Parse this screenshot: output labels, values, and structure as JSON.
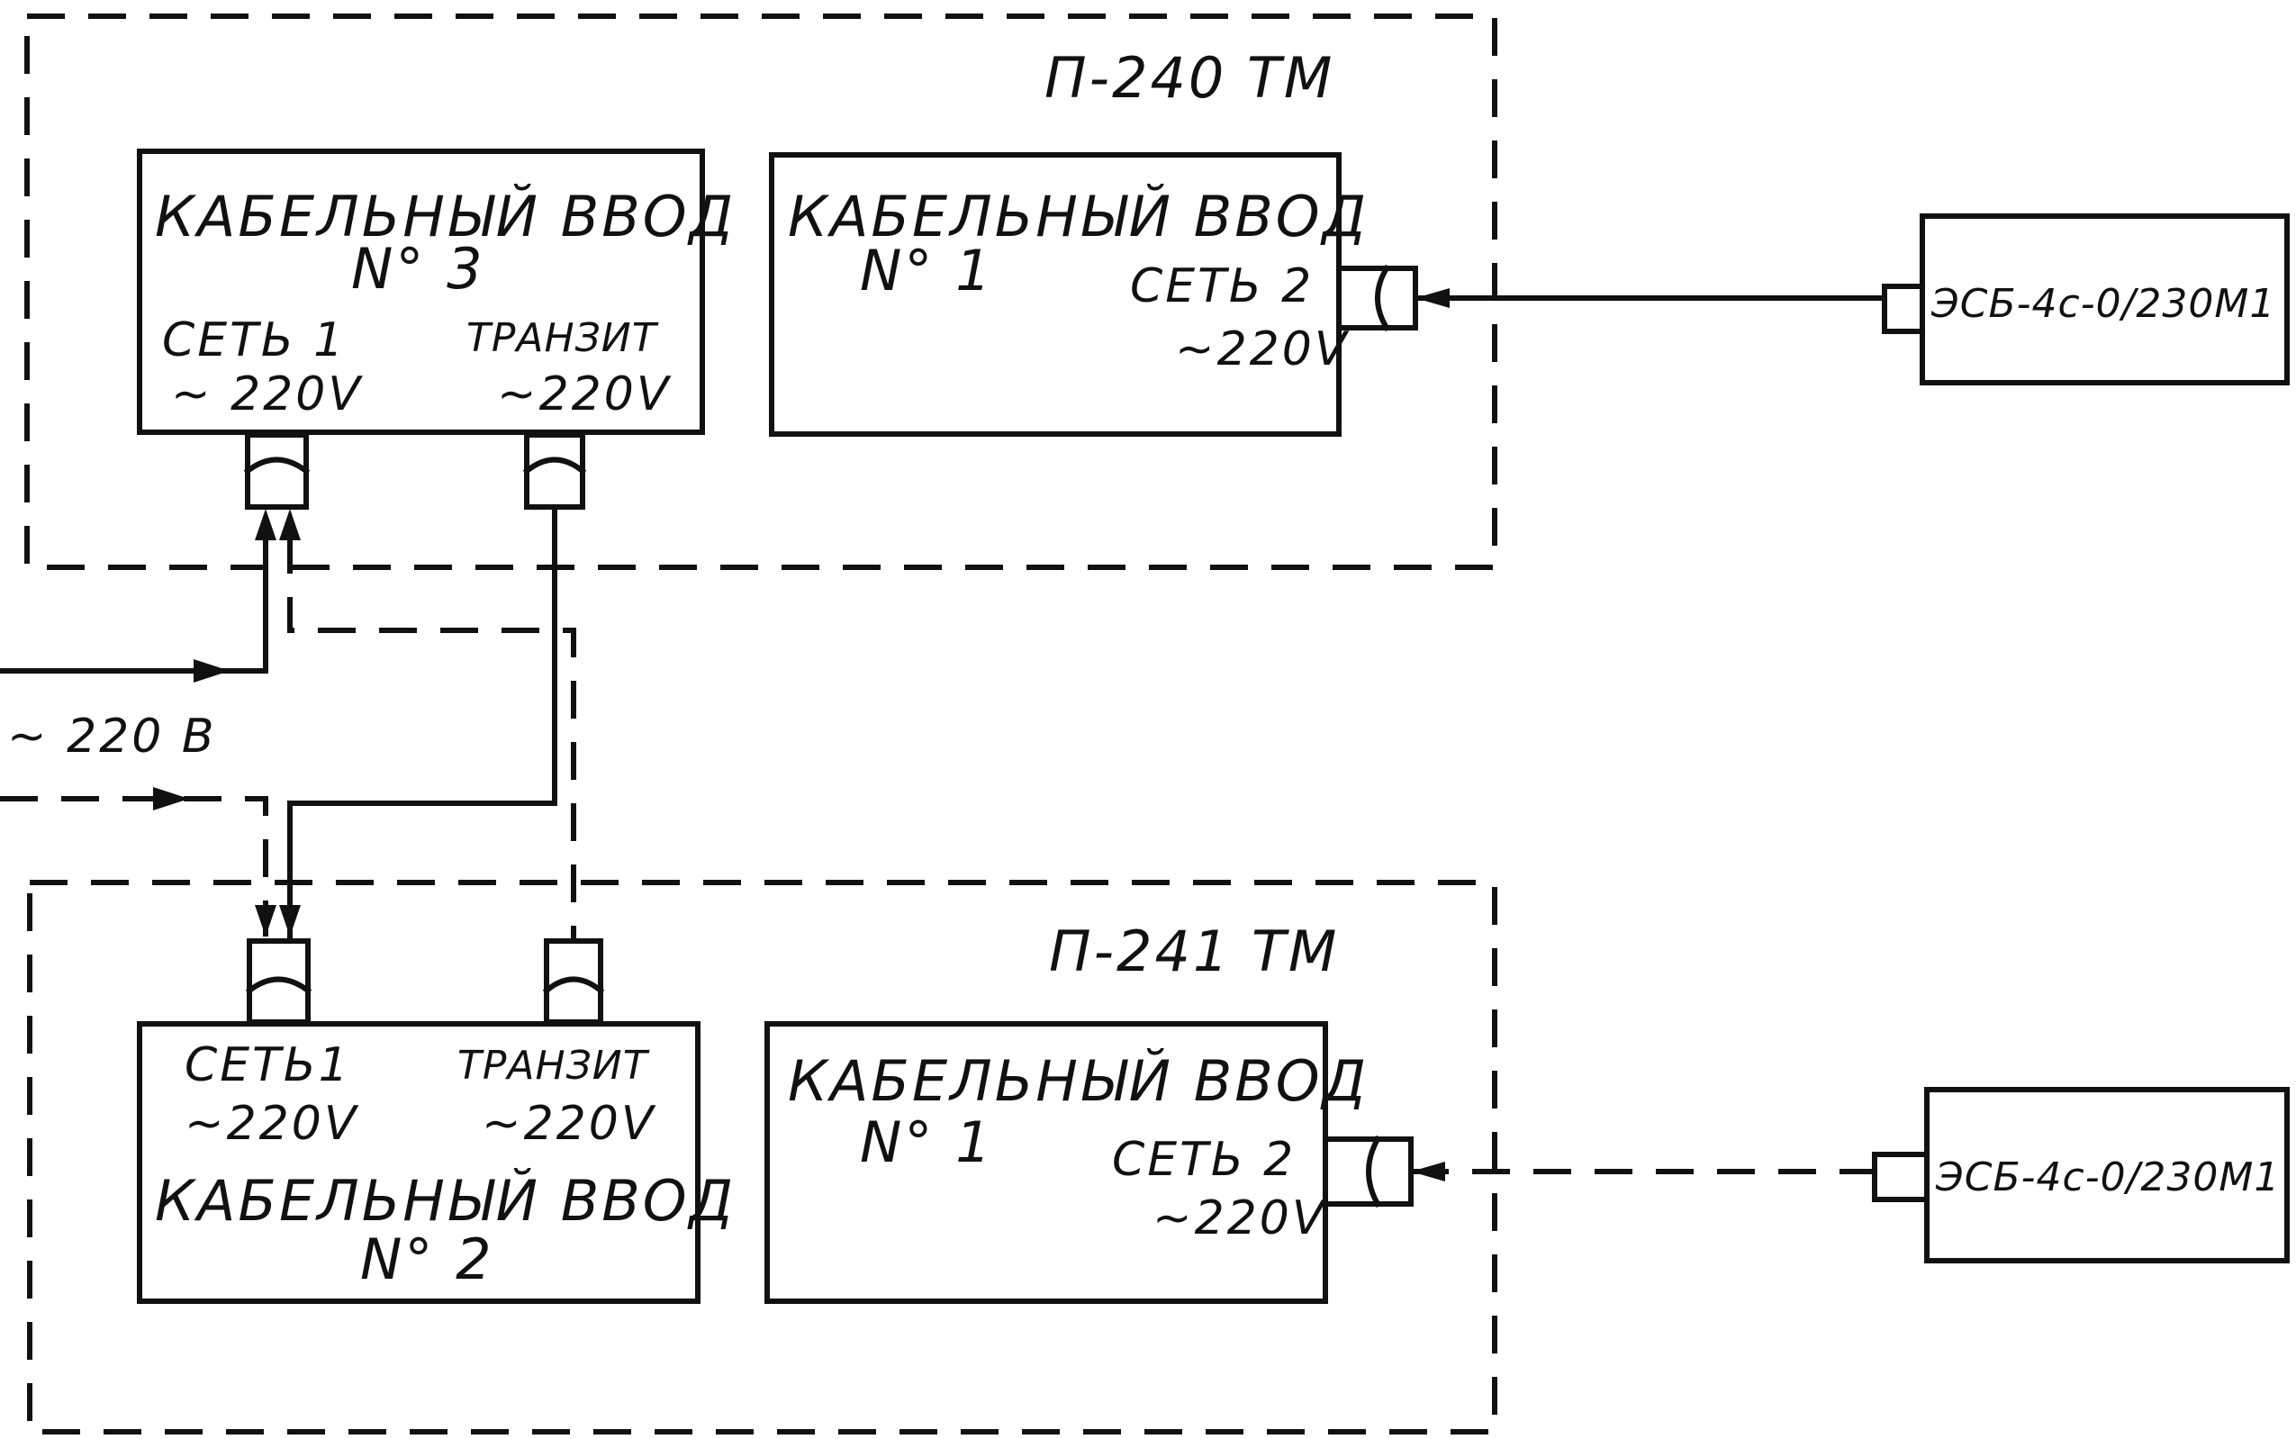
{
  "units": {
    "top": {
      "label": "П-240 ТМ"
    },
    "bottom": {
      "label": "П-241 ТМ"
    }
  },
  "blocks": {
    "top_left": {
      "title": "КАБЕЛЬНЫЙ ВВОД",
      "number": "N° 3",
      "port1_name": "СЕТЬ 1",
      "port1_voltage": "~ 220V",
      "port2_name": "ТРАНЗИТ",
      "port2_voltage": "~220V"
    },
    "top_right": {
      "title": "КАБЕЛЬНЫЙ ВВОД",
      "number": "N° 1",
      "port_name": "СЕТЬ 2",
      "port_voltage": "~220V"
    },
    "bottom_left": {
      "title": "КАБЕЛЬНЫЙ ВВОД",
      "number": "N° 2",
      "port1_name": "СЕТЬ1",
      "port1_voltage": "~220V",
      "port2_name": "ТРАНЗИТ",
      "port2_voltage": "~220V"
    },
    "bottom_right": {
      "title": "КАБЕЛЬНЫЙ ВВОД",
      "number": "N° 1",
      "port_name": "СЕТЬ 2",
      "port_voltage": "~220V"
    }
  },
  "external": {
    "top": {
      "label": "ЭСБ-4с-0/230М1"
    },
    "bottom": {
      "label": "ЭСБ-4с-0/230М1"
    }
  },
  "supply": {
    "label": "~ 220 В"
  }
}
